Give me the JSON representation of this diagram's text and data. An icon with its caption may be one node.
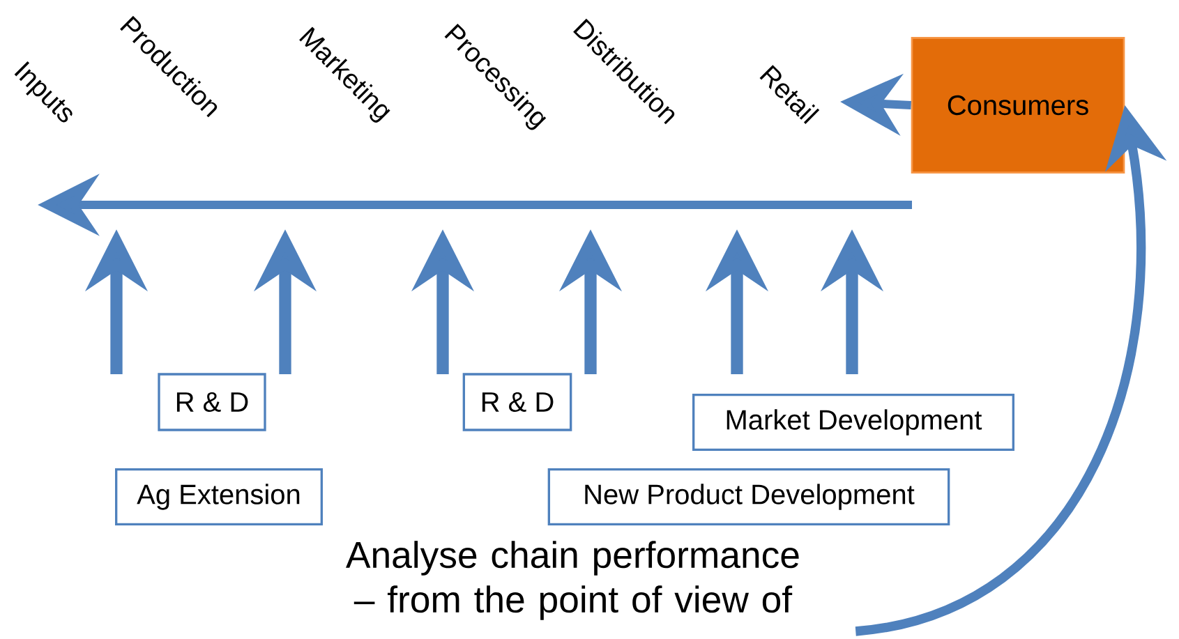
{
  "diagram": {
    "nodes": [
      {
        "text": [
          "Consumers"
        ]
      },
      {
        "text": [
          "R & D"
        ]
      },
      {
        "text": [
          "R & D"
        ]
      },
      {
        "text": [
          "Market Development"
        ]
      },
      {
        "text": [
          "Ag Extension"
        ]
      },
      {
        "text": [
          "New Product Development"
        ]
      },
      {
        "text": [
          "Analyse chain performance – from the point of view of"
        ]
      }
    ],
    "edges": [
      {
        "from": 0,
        "to": null,
        "arrow": "to"
      },
      {
        "from": 6,
        "to": 0,
        "arrow": "to"
      }
    ],
    "labels": [
      "Inputs",
      "Production",
      "Marketing",
      "Processing",
      "Distribution",
      "Retail"
    ]
  }
}
